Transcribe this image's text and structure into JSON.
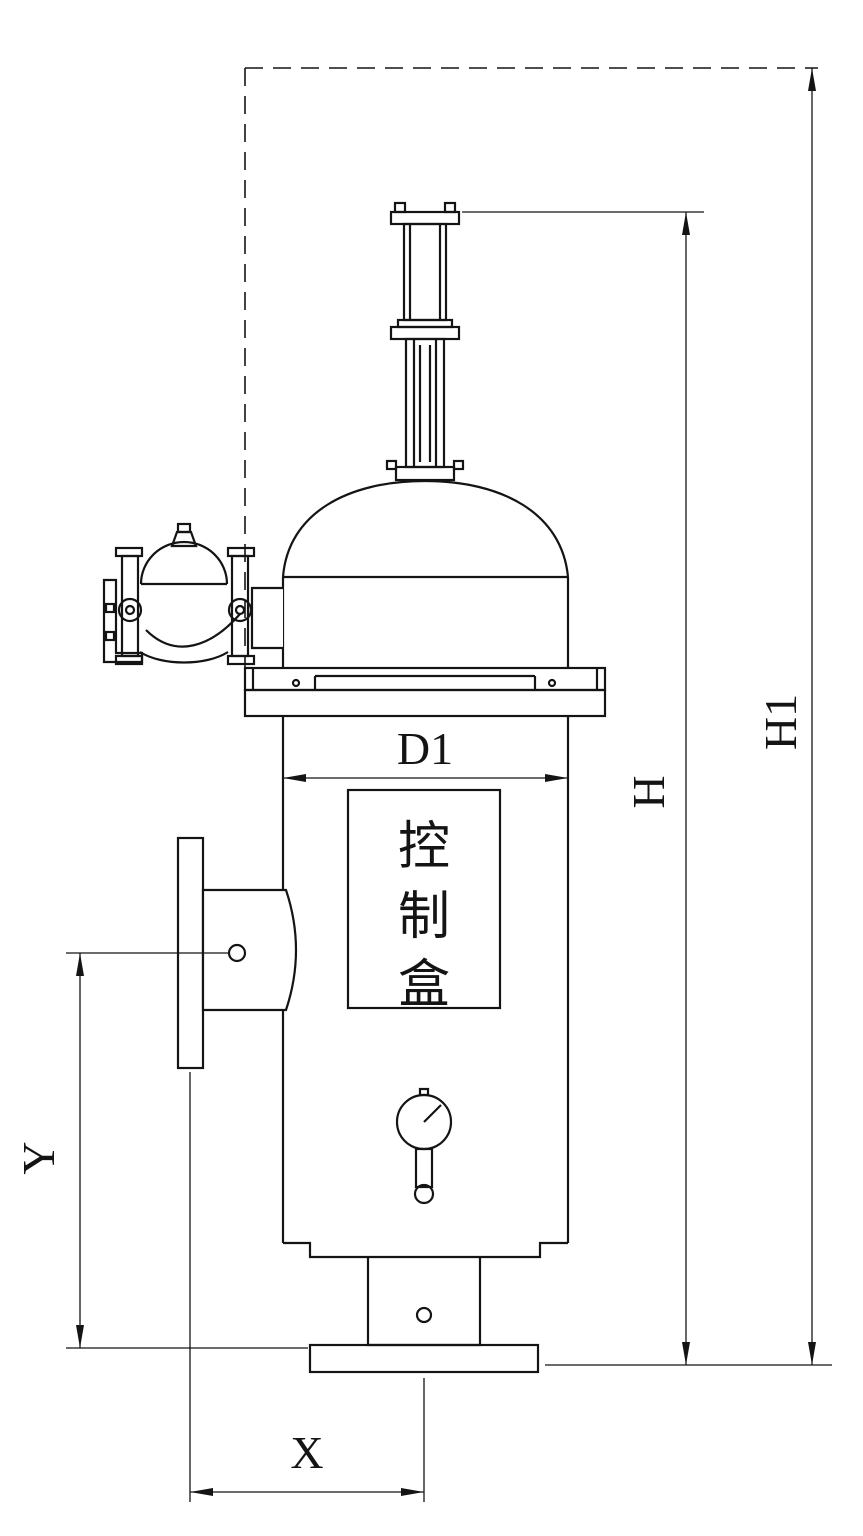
{
  "dimensions": {
    "overall_height": "H1",
    "body_height": "H",
    "diameter": "D1",
    "inlet_offset": "X",
    "inlet_height": "Y"
  },
  "control_box": {
    "label": "控制盒",
    "chars": [
      "控",
      "制",
      "盒"
    ]
  },
  "colors": {
    "line": "#141414",
    "background": "#ffffff"
  }
}
